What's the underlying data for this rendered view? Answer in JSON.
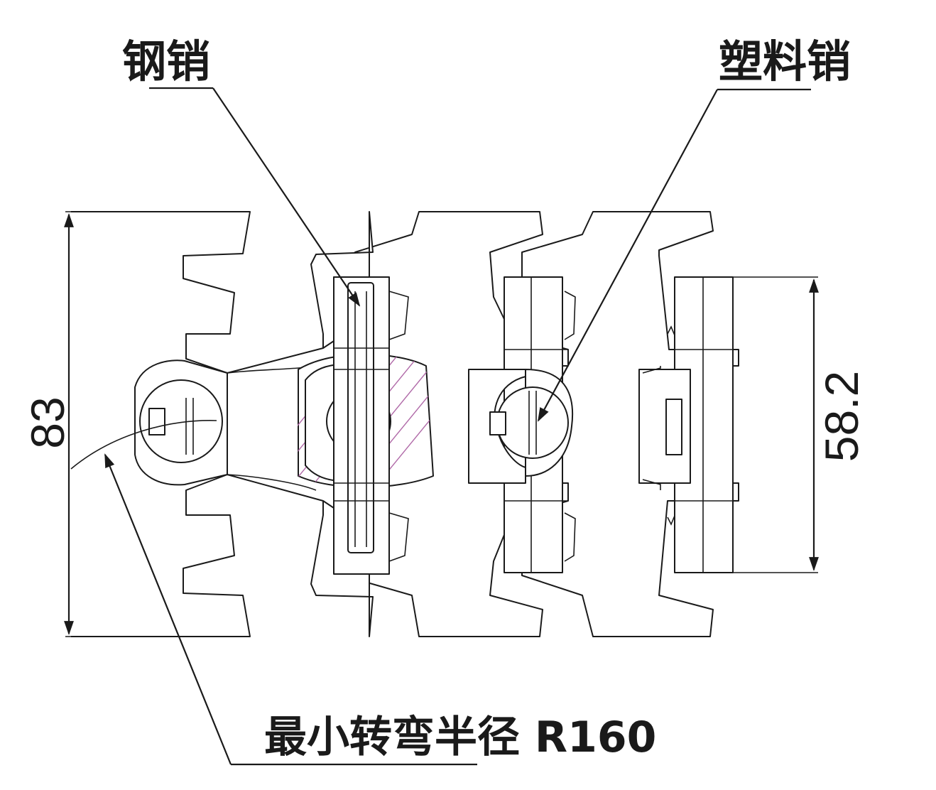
{
  "labels": {
    "steel_pin": "钢销",
    "plastic_pin": "塑料销",
    "min_turn_radius": "最小转弯半径 R160"
  },
  "dimensions": {
    "overall_height": "83",
    "pin_section_height": "58.2"
  },
  "colors": {
    "line": "#1a1a1a",
    "hatch": "#b06aa8",
    "background": "#ffffff"
  }
}
